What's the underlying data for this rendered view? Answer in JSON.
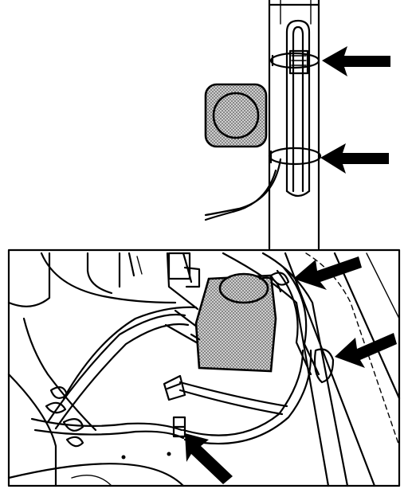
{
  "figure": {
    "panels": [
      {
        "id": "upper-detail",
        "arrow_count": 2,
        "description_icon": "clip-on-pillar"
      },
      {
        "id": "lower-detail",
        "arrow_count": 3,
        "description_icon": "reservoir-and-wiring"
      }
    ],
    "colors": {
      "ink": "#000000",
      "shading": "#a9a9a9",
      "background": "#ffffff"
    }
  }
}
